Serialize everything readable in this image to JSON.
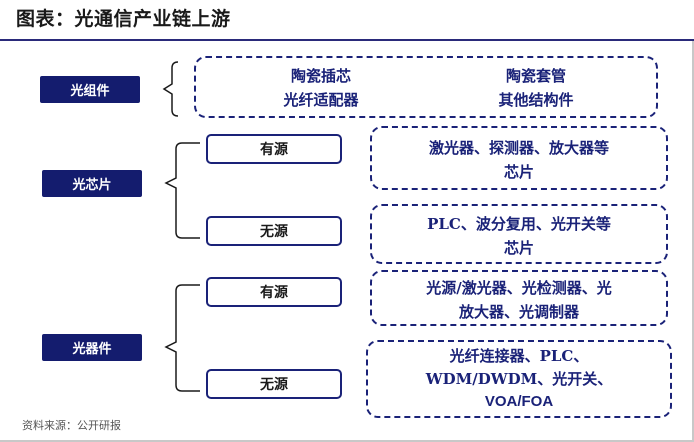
{
  "title": "图表：光通信产业链上游",
  "source": "资料来源：公开研报",
  "categories": [
    {
      "label": "光组件"
    },
    {
      "label": "光芯片"
    },
    {
      "label": "光器件"
    }
  ],
  "optical_component": {
    "items": [
      "陶瓷插芯",
      "陶瓷套管",
      "光纤适配器",
      "其他结构件"
    ]
  },
  "optical_chip": {
    "active": {
      "label": "有源",
      "desc_line1": "激光器、探测器、放大器等",
      "desc_line2": "芯片"
    },
    "passive": {
      "label": "无源",
      "desc_line1": "PLC、波分复用、光开关等",
      "desc_line2": "芯片"
    }
  },
  "optical_device": {
    "active": {
      "label": "有源",
      "desc_line1": "光源/激光器、光检测器、光",
      "desc_line2": "放大器、光调制器"
    },
    "passive": {
      "label": "无源",
      "desc_line1": "光纤连接器、PLC、",
      "desc_line2": "WDM/DWDM、光开关、",
      "desc_line3": "VOA/FOA"
    }
  }
}
